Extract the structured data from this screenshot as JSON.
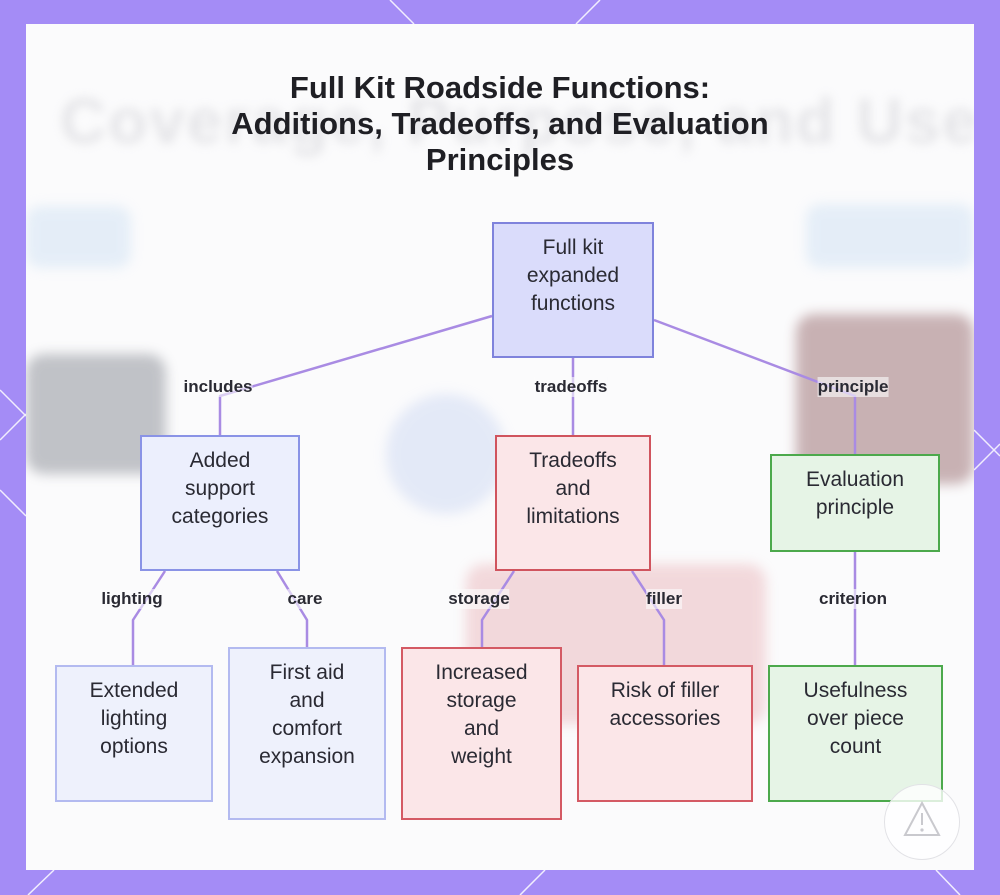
{
  "title": {
    "lines": [
      "Full Kit Roadside Functions:",
      "Additions, Tradeoffs, and Evaluation",
      "Principles"
    ]
  },
  "backdrop_text": "Coverage, Purpose, and Use",
  "colors": {
    "frame": "#a48cf6",
    "edge": "#a98be3",
    "root_fill": "#dadcfb",
    "blue_border": "#8a93e6",
    "red_border": "#d0545e",
    "green_border": "#4ca94c"
  },
  "nodes": {
    "root": {
      "lines": [
        "Full kit",
        "expanded",
        "functions"
      ]
    },
    "added": {
      "lines": [
        "Added",
        "support",
        "categories"
      ]
    },
    "tradeoffs": {
      "lines": [
        "Tradeoffs",
        "and",
        "limitations"
      ]
    },
    "evaluation": {
      "lines": [
        "Evaluation",
        "principle"
      ]
    },
    "lighting": {
      "lines": [
        "Extended",
        "lighting",
        "options"
      ]
    },
    "firstaid": {
      "lines": [
        "First aid",
        "and",
        "comfort",
        "expansion"
      ]
    },
    "storage": {
      "lines": [
        "Increased",
        "storage",
        "and",
        "weight"
      ]
    },
    "filler": {
      "lines": [
        "Risk of filler",
        "accessories"
      ]
    },
    "usefulness": {
      "lines": [
        "Usefulness",
        "over piece",
        "count"
      ]
    }
  },
  "edges": {
    "includes": "includes",
    "tradeoffs": "tradeoffs",
    "principle": "principle",
    "lighting": "lighting",
    "care": "care",
    "storage": "storage",
    "filler": "filler",
    "criterion": "criterion"
  },
  "badge_icon": "warning-triangle-icon"
}
